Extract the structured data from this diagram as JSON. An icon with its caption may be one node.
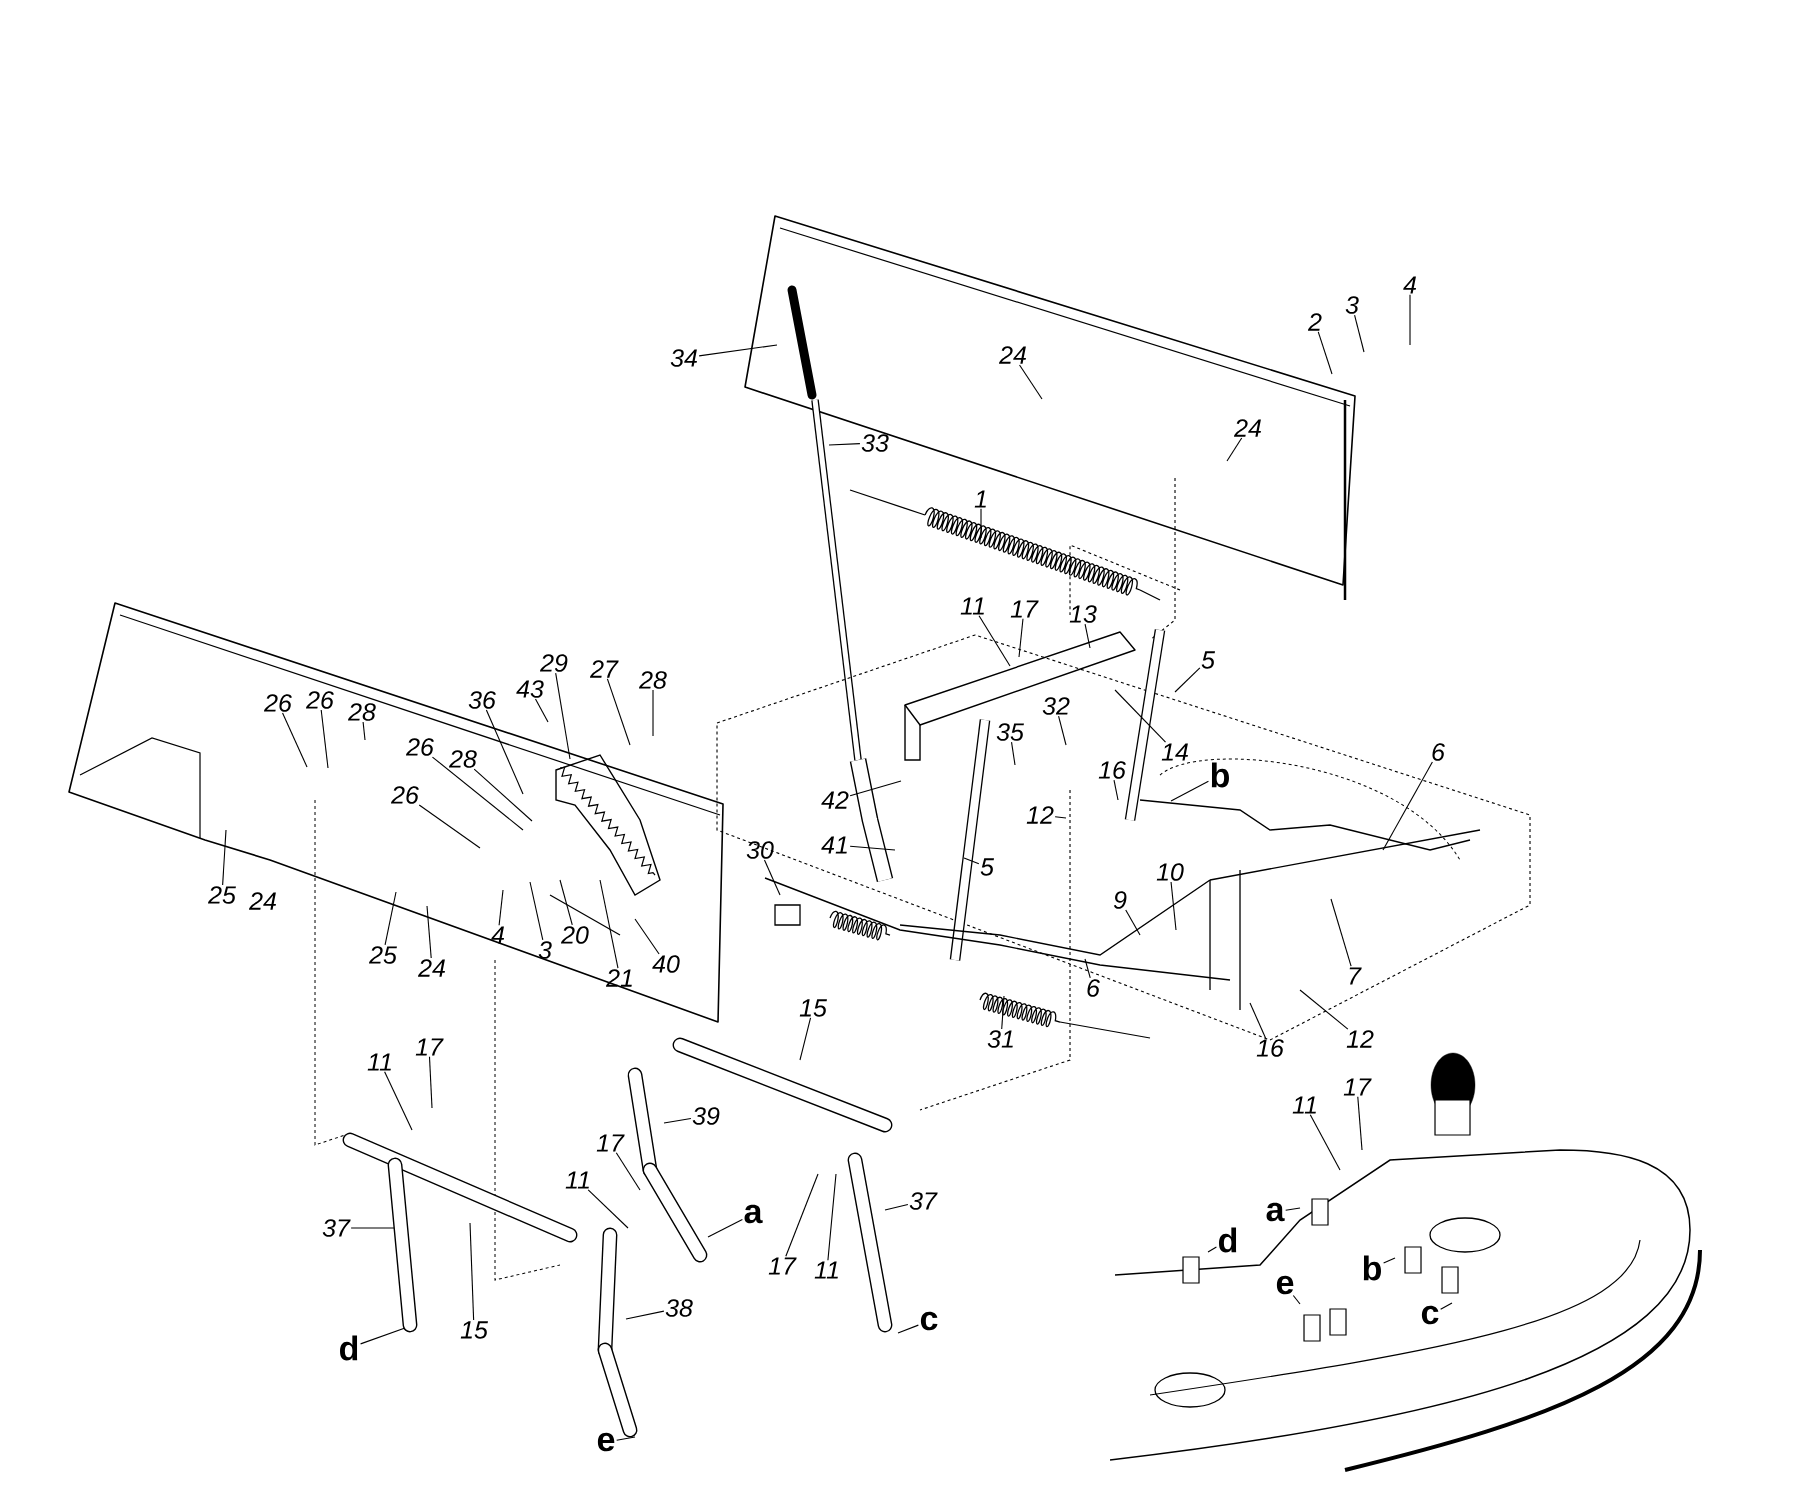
{
  "diagram": {
    "nodes": [
      {
        "text": [
          "34"
        ]
      },
      {
        "text": [
          "33"
        ]
      },
      {
        "text": [
          "24"
        ]
      },
      {
        "text": [
          "2"
        ]
      },
      {
        "text": [
          "3"
        ]
      },
      {
        "text": [
          "4"
        ]
      },
      {
        "text": [
          "24"
        ]
      },
      {
        "text": [
          "1"
        ]
      },
      {
        "text": [
          "11"
        ]
      },
      {
        "text": [
          "17"
        ]
      },
      {
        "text": [
          "13"
        ]
      },
      {
        "text": [
          "5"
        ]
      },
      {
        "text": [
          "29"
        ]
      },
      {
        "text": [
          "27"
        ]
      },
      {
        "text": [
          "28"
        ]
      },
      {
        "text": [
          "43"
        ]
      },
      {
        "text": [
          "36"
        ]
      },
      {
        "text": [
          "26"
        ]
      },
      {
        "text": [
          "26"
        ]
      },
      {
        "text": [
          "28"
        ]
      },
      {
        "text": [
          "32"
        ]
      },
      {
        "text": [
          "35"
        ]
      },
      {
        "text": [
          "14"
        ]
      },
      {
        "text": [
          "26"
        ]
      },
      {
        "text": [
          "28"
        ]
      },
      {
        "text": [
          "6"
        ]
      },
      {
        "text": [
          "b"
        ]
      },
      {
        "text": [
          "16"
        ]
      },
      {
        "text": [
          "26"
        ]
      },
      {
        "text": [
          "42"
        ]
      },
      {
        "text": [
          "12"
        ]
      },
      {
        "text": [
          "41"
        ]
      },
      {
        "text": [
          "30"
        ]
      },
      {
        "text": [
          "5"
        ]
      },
      {
        "text": [
          "25"
        ]
      },
      {
        "text": [
          "9"
        ]
      },
      {
        "text": [
          "10"
        ]
      },
      {
        "text": [
          "20"
        ]
      },
      {
        "text": [
          "4"
        ]
      },
      {
        "text": [
          "3"
        ]
      },
      {
        "text": [
          "25"
        ]
      },
      {
        "text": [
          "40"
        ]
      },
      {
        "text": [
          "24"
        ]
      },
      {
        "text": [
          "21"
        ]
      },
      {
        "text": [
          "7"
        ]
      },
      {
        "text": [
          "6"
        ]
      },
      {
        "text": [
          "15"
        ]
      },
      {
        "text": [
          "31"
        ]
      },
      {
        "text": [
          "16"
        ]
      },
      {
        "text": [
          "12"
        ]
      },
      {
        "text": [
          "17"
        ]
      },
      {
        "text": [
          "11"
        ]
      },
      {
        "text": [
          "17"
        ]
      },
      {
        "text": [
          "39"
        ]
      },
      {
        "text": [
          "11"
        ]
      },
      {
        "text": [
          "17"
        ]
      },
      {
        "text": [
          "11"
        ]
      },
      {
        "text": [
          "37"
        ]
      },
      {
        "text": [
          "a"
        ]
      },
      {
        "text": [
          "a"
        ]
      },
      {
        "text": [
          "37"
        ]
      },
      {
        "text": [
          "d"
        ]
      },
      {
        "text": [
          "b"
        ]
      },
      {
        "text": [
          "17"
        ]
      },
      {
        "text": [
          "11"
        ]
      },
      {
        "text": [
          "c"
        ]
      },
      {
        "text": [
          "e"
        ]
      },
      {
        "text": [
          "38"
        ]
      },
      {
        "text": [
          "c"
        ]
      },
      {
        "text": [
          "15"
        ]
      },
      {
        "text": [
          "d"
        ]
      },
      {
        "text": [
          "e"
        ]
      }
    ],
    "edges": [
      {
        "from": 0,
        "to": null,
        "arrow": "none"
      },
      {
        "from": 1,
        "to": null,
        "arrow": "none"
      },
      {
        "from": 2,
        "to": null,
        "arrow": "none"
      },
      {
        "from": 3,
        "to": null,
        "arrow": "none"
      },
      {
        "from": 4,
        "to": null,
        "arrow": "none"
      },
      {
        "from": 5,
        "to": null,
        "arrow": "none"
      },
      {
        "from": 6,
        "to": null,
        "arrow": "none"
      },
      {
        "from": 7,
        "to": null,
        "arrow": "none"
      },
      {
        "from": 8,
        "to": null,
        "arrow": "none"
      },
      {
        "from": 9,
        "to": null,
        "arrow": "none"
      },
      {
        "from": 10,
        "to": null,
        "arrow": "none"
      },
      {
        "from": 11,
        "to": null,
        "arrow": "none"
      },
      {
        "from": 12,
        "to": null,
        "arrow": "none"
      },
      {
        "from": 13,
        "to": null,
        "arrow": "none"
      },
      {
        "from": 14,
        "to": null,
        "arrow": "none"
      },
      {
        "from": 15,
        "to": null,
        "arrow": "none"
      },
      {
        "from": 16,
        "to": null,
        "arrow": "none"
      },
      {
        "from": 17,
        "to": null,
        "arrow": "none"
      },
      {
        "from": 18,
        "to": null,
        "arrow": "none"
      },
      {
        "from": 19,
        "to": null,
        "arrow": "none"
      },
      {
        "from": 20,
        "to": null,
        "arrow": "none"
      },
      {
        "from": 21,
        "to": null,
        "arrow": "none"
      },
      {
        "from": 22,
        "to": null,
        "arrow": "none"
      },
      {
        "from": 23,
        "to": null,
        "arrow": "none"
      },
      {
        "from": 24,
        "to": null,
        "arrow": "none"
      },
      {
        "from": 25,
        "to": null,
        "arrow": "none"
      },
      {
        "from": 26,
        "to": null,
        "arrow": "none"
      },
      {
        "from": 27,
        "to": null,
        "arrow": "none"
      },
      {
        "from": 28,
        "to": null,
        "arrow": "none"
      },
      {
        "from": 29,
        "to": null,
        "arrow": "none"
      },
      {
        "from": 30,
        "to": null,
        "arrow": "none"
      },
      {
        "from": 31,
        "to": null,
        "arrow": "none"
      },
      {
        "from": 32,
        "to": null,
        "arrow": "none"
      },
      {
        "from": 33,
        "to": null,
        "arrow": "none"
      },
      {
        "from": 34,
        "to": null,
        "arrow": "none"
      },
      {
        "from": 35,
        "to": null,
        "arrow": "none"
      },
      {
        "from": 36,
        "to": null,
        "arrow": "none"
      },
      {
        "from": 37,
        "to": null,
        "arrow": "none"
      },
      {
        "from": 38,
        "to": null,
        "arrow": "none"
      },
      {
        "from": 39,
        "to": null,
        "arrow": "none"
      },
      {
        "from": 40,
        "to": null,
        "arrow": "none"
      },
      {
        "from": 41,
        "to": null,
        "arrow": "none"
      },
      {
        "from": 42,
        "to": null,
        "arrow": "none"
      },
      {
        "from": 43,
        "to": null,
        "arrow": "none"
      },
      {
        "from": 44,
        "to": null,
        "arrow": "none"
      },
      {
        "from": 45,
        "to": null,
        "arrow": "none"
      },
      {
        "from": 46,
        "to": null,
        "arrow": "none"
      },
      {
        "from": 47,
        "to": null,
        "arrow": "none"
      },
      {
        "from": 48,
        "to": null,
        "arrow": "none"
      },
      {
        "from": 49,
        "to": null,
        "arrow": "none"
      },
      {
        "from": 50,
        "to": null,
        "arrow": "none"
      },
      {
        "from": 51,
        "to": null,
        "arrow": "none"
      },
      {
        "from": 52,
        "to": null,
        "arrow": "none"
      },
      {
        "from": 53,
        "to": null,
        "arrow": "none"
      },
      {
        "from": 54,
        "to": null,
        "arrow": "none"
      },
      {
        "from": 55,
        "to": null,
        "arrow": "none"
      },
      {
        "from": 56,
        "to": null,
        "arrow": "none"
      },
      {
        "from": 57,
        "to": null,
        "arrow": "none"
      },
      {
        "from": 58,
        "to": null,
        "arrow": "none"
      },
      {
        "from": 59,
        "to": null,
        "arrow": "none"
      },
      {
        "from": 60,
        "to": null,
        "arrow": "none"
      },
      {
        "from": 61,
        "to": null,
        "arrow": "none"
      },
      {
        "from": 62,
        "to": null,
        "arrow": "none"
      },
      {
        "from": 63,
        "to": null,
        "arrow": "none"
      },
      {
        "from": 64,
        "to": null,
        "arrow": "none"
      },
      {
        "from": 65,
        "to": null,
        "arrow": "none"
      },
      {
        "from": 66,
        "to": null,
        "arrow": "none"
      },
      {
        "from": 67,
        "to": null,
        "arrow": "none"
      },
      {
        "from": 68,
        "to": null,
        "arrow": "none"
      },
      {
        "from": 69,
        "to": null,
        "arrow": "none"
      },
      {
        "from": 70,
        "to": null,
        "arrow": "none"
      },
      {
        "from": 71,
        "to": null,
        "arrow": "none"
      }
    ],
    "labels": [
      "24"
    ]
  }
}
